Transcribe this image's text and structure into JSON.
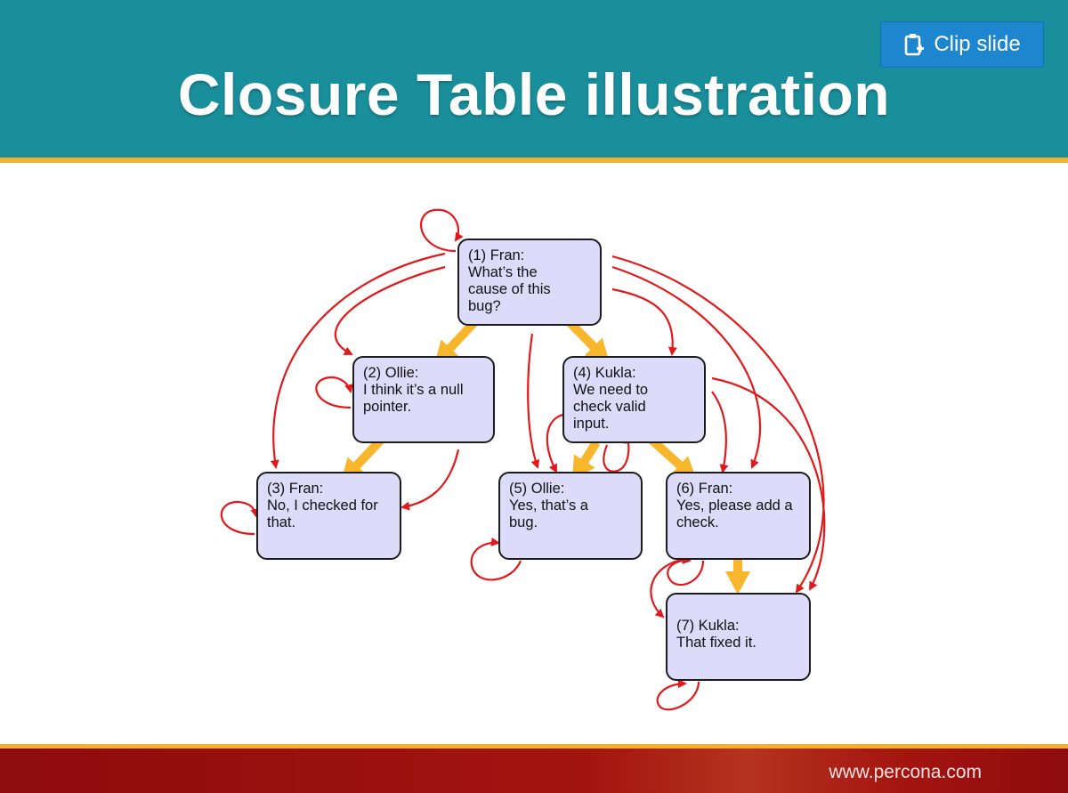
{
  "slide": {
    "title": "Closure Table illustration",
    "footer_url": "www.percona.com"
  },
  "toolbar": {
    "clip_label": "Clip slide",
    "clip_icon": "clipboard-add-icon"
  },
  "colors": {
    "header": "#1a8f9c",
    "accent_line": "#f2b22e",
    "footer": "#9a0f0f",
    "node_fill": "#dcdcfa",
    "tree_arrow": "#f8b62c",
    "closure_arrow": "#e0191b",
    "clip_button": "#1e86cf"
  },
  "diagram": {
    "nodes": [
      {
        "id": 1,
        "label": "(1) Fran:",
        "text": "What’s the cause of this bug?"
      },
      {
        "id": 2,
        "label": "(2) Ollie:",
        "text": "I think it’s a null pointer."
      },
      {
        "id": 3,
        "label": "(3) Fran:",
        "text": "No, I checked for that."
      },
      {
        "id": 4,
        "label": "(4) Kukla:",
        "text": "We need to check valid input."
      },
      {
        "id": 5,
        "label": "(5) Ollie:",
        "text": "Yes, that’s a bug."
      },
      {
        "id": 6,
        "label": "(6) Fran:",
        "text": "Yes, please add a check."
      },
      {
        "id": 7,
        "label": "(7) Kukla:",
        "text": "That fixed it."
      }
    ],
    "tree_edges": [
      [
        1,
        2
      ],
      [
        1,
        4
      ],
      [
        2,
        3
      ],
      [
        4,
        5
      ],
      [
        4,
        6
      ],
      [
        6,
        7
      ]
    ],
    "closure_edges": [
      [
        1,
        1
      ],
      [
        2,
        2
      ],
      [
        3,
        3
      ],
      [
        4,
        4
      ],
      [
        5,
        5
      ],
      [
        6,
        6
      ],
      [
        7,
        7
      ],
      [
        1,
        2
      ],
      [
        1,
        3
      ],
      [
        1,
        4
      ],
      [
        1,
        5
      ],
      [
        1,
        6
      ],
      [
        1,
        7
      ],
      [
        2,
        3
      ],
      [
        4,
        5
      ],
      [
        4,
        6
      ],
      [
        4,
        7
      ],
      [
        6,
        7
      ]
    ]
  }
}
